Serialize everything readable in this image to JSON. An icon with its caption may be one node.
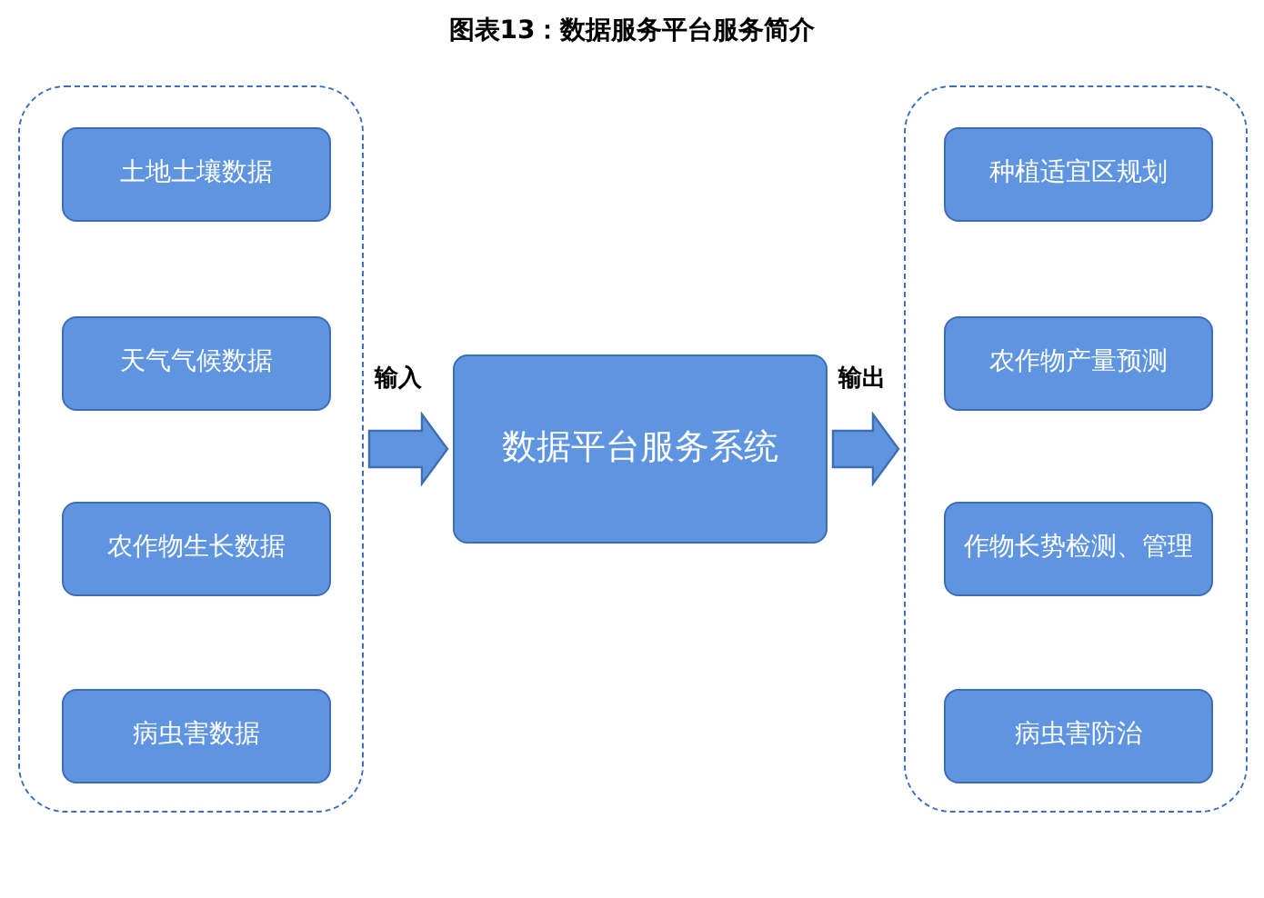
{
  "diagram": {
    "title": "图表13：数据服务平台服务简介",
    "nodes": [
      {
        "text": [],
        "shape": "box"
      },
      {
        "text": [
          "土地土壤数据"
        ],
        "in": 0
      },
      {
        "text": [
          "天气气候数据"
        ],
        "in": 0
      },
      {
        "text": [
          "农作物生长数据"
        ],
        "in": 0
      },
      {
        "text": [
          "病虫害数据"
        ],
        "in": 0
      },
      {
        "text": [
          "数据平台服务系统"
        ]
      },
      {
        "text": [],
        "shape": "box"
      },
      {
        "text": [
          "种植适宜区规划"
        ],
        "in": 6
      },
      {
        "text": [
          "农作物产量预测"
        ],
        "in": 6
      },
      {
        "text": [
          "作物长势检测、管理"
        ],
        "in": 6
      },
      {
        "text": [
          "病虫害防治"
        ],
        "in": 6
      }
    ],
    "edges": [
      {
        "from": 0,
        "to": 5,
        "arrow": "to",
        "label": "输入"
      },
      {
        "from": 5,
        "to": 6,
        "arrow": "to",
        "label": "输出"
      }
    ]
  }
}
